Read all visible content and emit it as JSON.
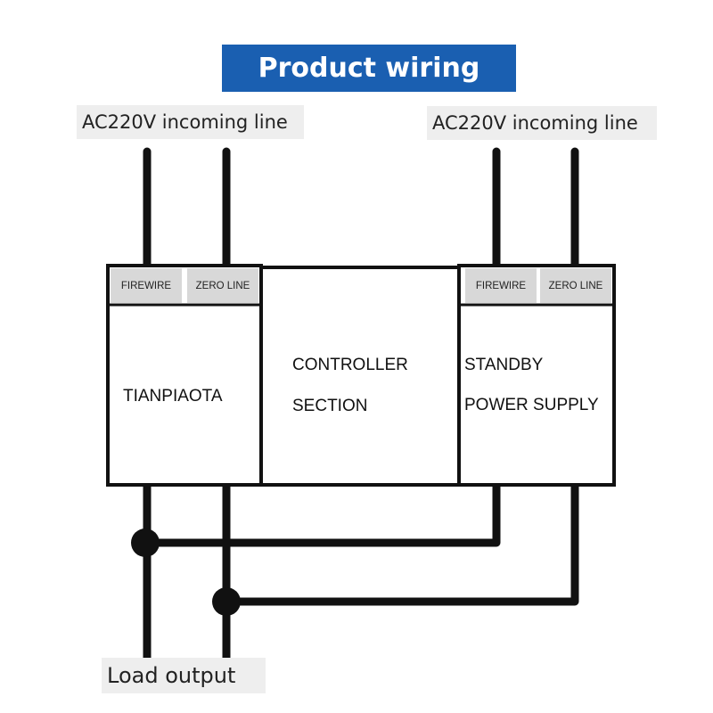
{
  "diagram": {
    "title": "Product wiring",
    "incoming_left": "AC220V incoming line",
    "incoming_right": "AC220V incoming line",
    "load_output": "Load output",
    "left_module": {
      "terminal_1": "FIREWIRE",
      "terminal_2": "ZERO LINE",
      "name": "TIANPIAOTA"
    },
    "center_module": {
      "line_1": "CONTROLLER",
      "line_2": "SECTION"
    },
    "right_module": {
      "terminal_1": "FIREWIRE",
      "terminal_2": "ZERO LINE",
      "line_1": "STANDBY",
      "line_2": "POWER SUPPLY"
    },
    "colors": {
      "banner": "#1a5fb1",
      "wire": "#111111",
      "terminal_fill": "#d8d8d8",
      "label_fill": "#eeeeee"
    }
  }
}
